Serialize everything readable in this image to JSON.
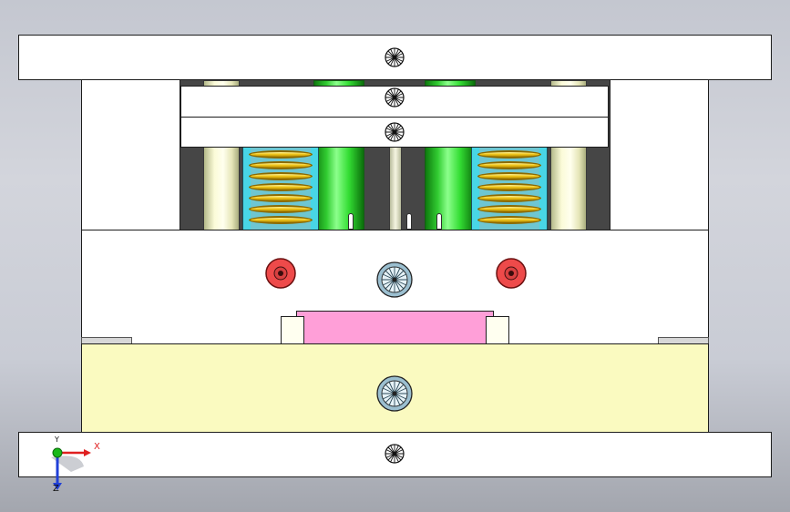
{
  "viewport": {
    "name": "mold-assembly-front-view"
  },
  "colors": {
    "background_top": "#c4c7d0",
    "background_bottom": "#a3a6ae",
    "plate": "#ffffff",
    "outline": "#1c1c1c",
    "cavity": "#464646",
    "guide_pillar": "#fbfbd8",
    "return_rod": "#33dd33",
    "spring_housing": "#48d6e6",
    "spring_coil": "#f2c81e",
    "pink_insert": "#ff9fd8",
    "lower_plate": "#fafac0",
    "ejector_marker": "#ee4a4a",
    "bolt_marker": "#8fb4c8",
    "axis_x": "#e02020",
    "axis_y": "#18b818",
    "axis_z": "#2040d8"
  },
  "icons": {
    "top_clamp_bolt": "bolt-head-icon",
    "ejector_plate_bolt_1": "bolt-head-icon",
    "ejector_plate_bolt_2": "bolt-head-icon",
    "mold_plate_left_marker": "ejector-pin-icon",
    "mold_plate_center_marker": "large-bolt-icon",
    "mold_plate_right_marker": "ejector-pin-icon",
    "lower_plate_marker": "large-bolt-icon",
    "bottom_clamp_bolt": "bolt-head-icon"
  },
  "triad": {
    "x_label": "X",
    "y_label": "Y",
    "z_label": "Z"
  }
}
